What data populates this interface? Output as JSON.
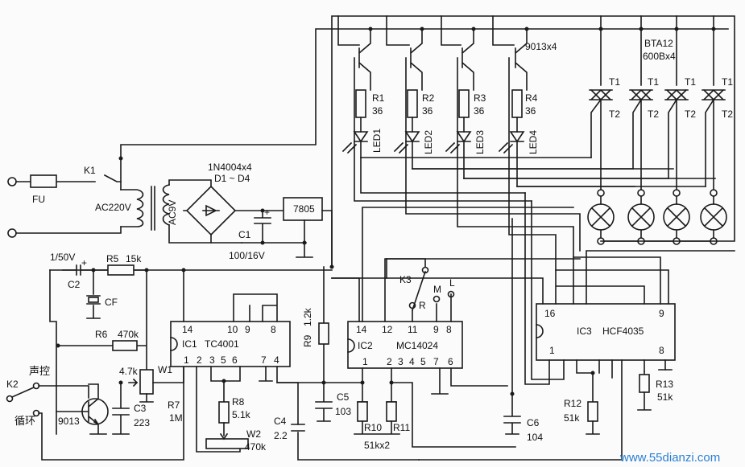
{
  "labels": {
    "fu": "FU",
    "k1": "K1",
    "ac220v": "AC220V",
    "ac9v": "AC9V",
    "diodes1": "1N4004x4",
    "diodes2": "D1 ~ D4",
    "c1": "C1",
    "c1_val": "100/16V",
    "reg": "7805",
    "c2_val": "1/50V",
    "c2": "C2",
    "cf": "CF",
    "r5": "R5",
    "r5_val": "15k",
    "r6": "R6",
    "r6_val": "470k",
    "w1_val": "4.7k",
    "w1": "W1",
    "k2": "K2",
    "mode_sound": "声控",
    "mode_loop": "循环",
    "q_main": "9013",
    "c3": "C3",
    "c3_val": "223",
    "ic1_pin14": "14",
    "ic1_pin10": "10",
    "ic1_pin9": "9",
    "ic1_pin8": "8",
    "ic1_pin1": "1",
    "ic1_pin2": "2",
    "ic1_pin3": "3",
    "ic1_pin5": "5",
    "ic1_pin6": "6",
    "ic1_pin7": "7",
    "ic1_pin4": "4",
    "ic1_name": "IC1",
    "ic1_part": "TC4001",
    "r7": "R7",
    "r7_val": "1M",
    "r8": "R8",
    "r8_val": "5.1k",
    "w2": "W2",
    "w2_val": "470k",
    "c4": "C4",
    "c4_val": "2.2",
    "r9": "R9",
    "r9_val": "1.2k",
    "c5": "C5",
    "c5_val": "103",
    "r10": "R10",
    "r11": "R11",
    "r1011_val": "51kx2",
    "k3": "K3",
    "sw_r": "R",
    "sw_m": "M",
    "sw_l": "L",
    "ic2_pin14": "14",
    "ic2_pin12": "12",
    "ic2_pin11": "11",
    "ic2_pin9": "9",
    "ic2_pin8": "8",
    "ic2_pin1": "1",
    "ic2_pin2": "2",
    "ic2_pin3": "3",
    "ic2_pin4": "4",
    "ic2_pin5": "5",
    "ic2_pin7": "7",
    "ic2_pin6": "6",
    "ic2_name": "IC2",
    "ic2_part": "MC14024",
    "c6": "C6",
    "c6_val": "104",
    "ic3_pin16": "16",
    "ic3_pin9": "9",
    "ic3_pin1": "1",
    "ic3_pin8": "8",
    "ic3_name": "IC3",
    "ic3_part": "HCF4035",
    "r12": "R12",
    "r12_val": "51k",
    "r13": "R13",
    "r13_val": "51k",
    "q_led": "9013x4",
    "r1": "R1",
    "r1_val": "36",
    "r2": "R2",
    "r2_val": "36",
    "r3": "R3",
    "r3_val": "36",
    "r4": "R4",
    "r4_val": "36",
    "led1": "LED1",
    "led2": "LED2",
    "led3": "LED3",
    "led4": "LED4",
    "triac1": "BTA12",
    "triac2": "600Bx4",
    "t1": "T1",
    "t2": "T2",
    "watermark": "www.55dianzi.com"
  }
}
